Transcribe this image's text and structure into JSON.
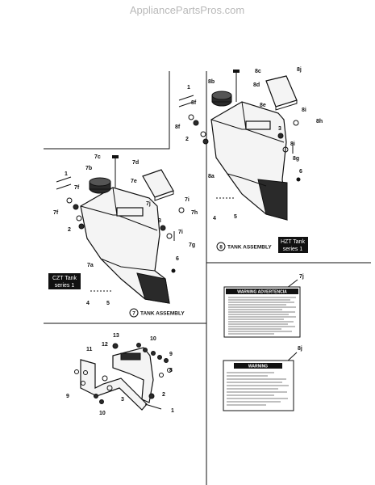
{
  "watermark": "AppliancePartsPros.com",
  "hzt_assembly": {
    "badge": [
      "HZT Tank",
      "series 1"
    ],
    "caption": "TANK ASSEMBLY",
    "circle_number": "8",
    "labels": [
      "8c",
      "8d",
      "8e",
      "8j",
      "8b",
      "1",
      "8f",
      "8f",
      "2",
      "3",
      "8i",
      "8h",
      "8g",
      "8i",
      "8a",
      "6",
      "4",
      "5"
    ]
  },
  "czt_assembly": {
    "badge": [
      "CZT Tank",
      "series 1"
    ],
    "caption": "TANK ASSEMBLY",
    "circle_number": "7",
    "labels": [
      "7c",
      "7d",
      "7b",
      "7e",
      "1",
      "7f",
      "7f",
      "7j",
      "7i",
      "7h",
      "2",
      "3",
      "7i",
      "7g",
      "7a",
      "6",
      "4",
      "5"
    ]
  },
  "bracket_assembly": {
    "labels": [
      "13",
      "12",
      "10",
      "11",
      "9",
      "9",
      "8",
      "3",
      "2",
      "1",
      "10"
    ]
  },
  "decal_7j": {
    "label": "7j",
    "title": "WARNING  ADVERTENCIA"
  },
  "decal_8j": {
    "label": "8j",
    "title": "WARNING"
  }
}
